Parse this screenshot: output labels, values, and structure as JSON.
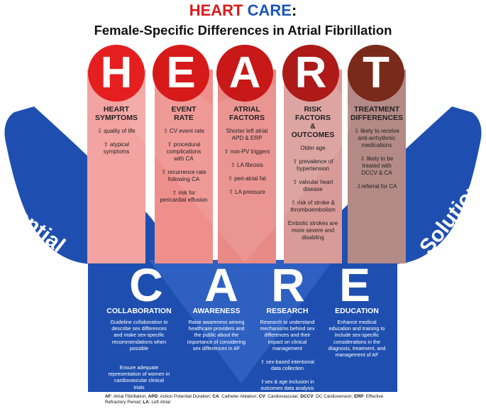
{
  "title": {
    "part1": "HEART",
    "part2": "CARE",
    "colon": ":"
  },
  "subtitle": "Female-Specific Differences in Atrial Fibrillation",
  "colors": {
    "red": "#d81b1b",
    "blue": "#1b56b8",
    "dark_brown": "#7a2a1a"
  },
  "heart": [
    {
      "letter": "H",
      "header": "HEART\nSYMPTOMS",
      "items": [
        "⇩ quality of life",
        "⇧ atypical\nsymptoms"
      ]
    },
    {
      "letter": "E",
      "header": "EVENT\nRATE",
      "items": [
        "⇧ CV event rate",
        "⇧ procedural\ncomplications\nwith CA",
        "⇧ recurrence rate\nfollowing CA",
        "⇧ risk for\npericardial effusion"
      ]
    },
    {
      "letter": "A",
      "header": "ATRIAL\nFACTORS",
      "items": [
        "Shorter left atrial\nAPD & ERP",
        "⇧ non-PV triggers",
        "⇧ LA fibrosis",
        "⇧ peri-atrial fat",
        "⇧ LA pressure"
      ]
    },
    {
      "letter": "R",
      "header": "RISK\nFACTORS\n&\nOUTCOMES",
      "items": [
        "Older age",
        "⇧ prevalence of\nhypertension",
        "⇧ valvular heart\ndisease",
        "⇧ risk of stroke &\nthromboembolism",
        "Embolic strokes are\nmore severe and\ndisabling"
      ]
    },
    {
      "letter": "T",
      "header": "TREATMENT\nDIFFERENCES",
      "items": [
        "⇩ likely to receive\nanti-arrhythmic\nmedications",
        "⇩ likely to be\ntreated with\nDCCV & CA",
        "⇩referral for CA"
      ]
    }
  ],
  "side_left": "Potential",
  "side_right": "Solutions",
  "care": [
    {
      "letter": "C",
      "header": "COLLABORATION",
      "text": "Guideline collaboration to\ndescribe sex differences\nand make sex-specific\nrecommendations when\npossible",
      "extra": "Ensure adequate\nrepresentation of women in\ncardiovascular clinical\ntrials"
    },
    {
      "letter": "A",
      "header": "AWARENESS",
      "text": "Raise awareness among\nhealthcare providers and\nthe public about the\nimportance of considering\nsex differences in AF"
    },
    {
      "letter": "R",
      "header": "RESEARCH",
      "text": "Research to understand\nmechanisms behind sex\ndifferences and their\nimpact on clinical\nmanagement",
      "extra": "⇧ sex-based intentional\ndata collection",
      "extra2": "⇧sex & age inclusion in\noutcomes data analysis"
    },
    {
      "letter": "E",
      "header": "EDUCATION",
      "text": "Enhance medical\neducation and training to\ninclude sex-specific\nconsiderations in the\ndiagnosis, treatment, and\nmanagement of AF"
    }
  ],
  "footer": [
    {
      "abbr": "AF",
      "full": "Atrial Fibrillation"
    },
    {
      "abbr": "APD",
      "full": "Action Potential Duration"
    },
    {
      "abbr": "CA",
      "full": "Catheter Ablation"
    },
    {
      "abbr": "CV",
      "full": "Cardiovascular"
    },
    {
      "abbr": "DCCV",
      "full": "DC Cardioversion"
    },
    {
      "abbr": "ERP",
      "full": "Effective Refractory Period"
    },
    {
      "abbr": "LA",
      "full": "Left Atrial"
    }
  ]
}
